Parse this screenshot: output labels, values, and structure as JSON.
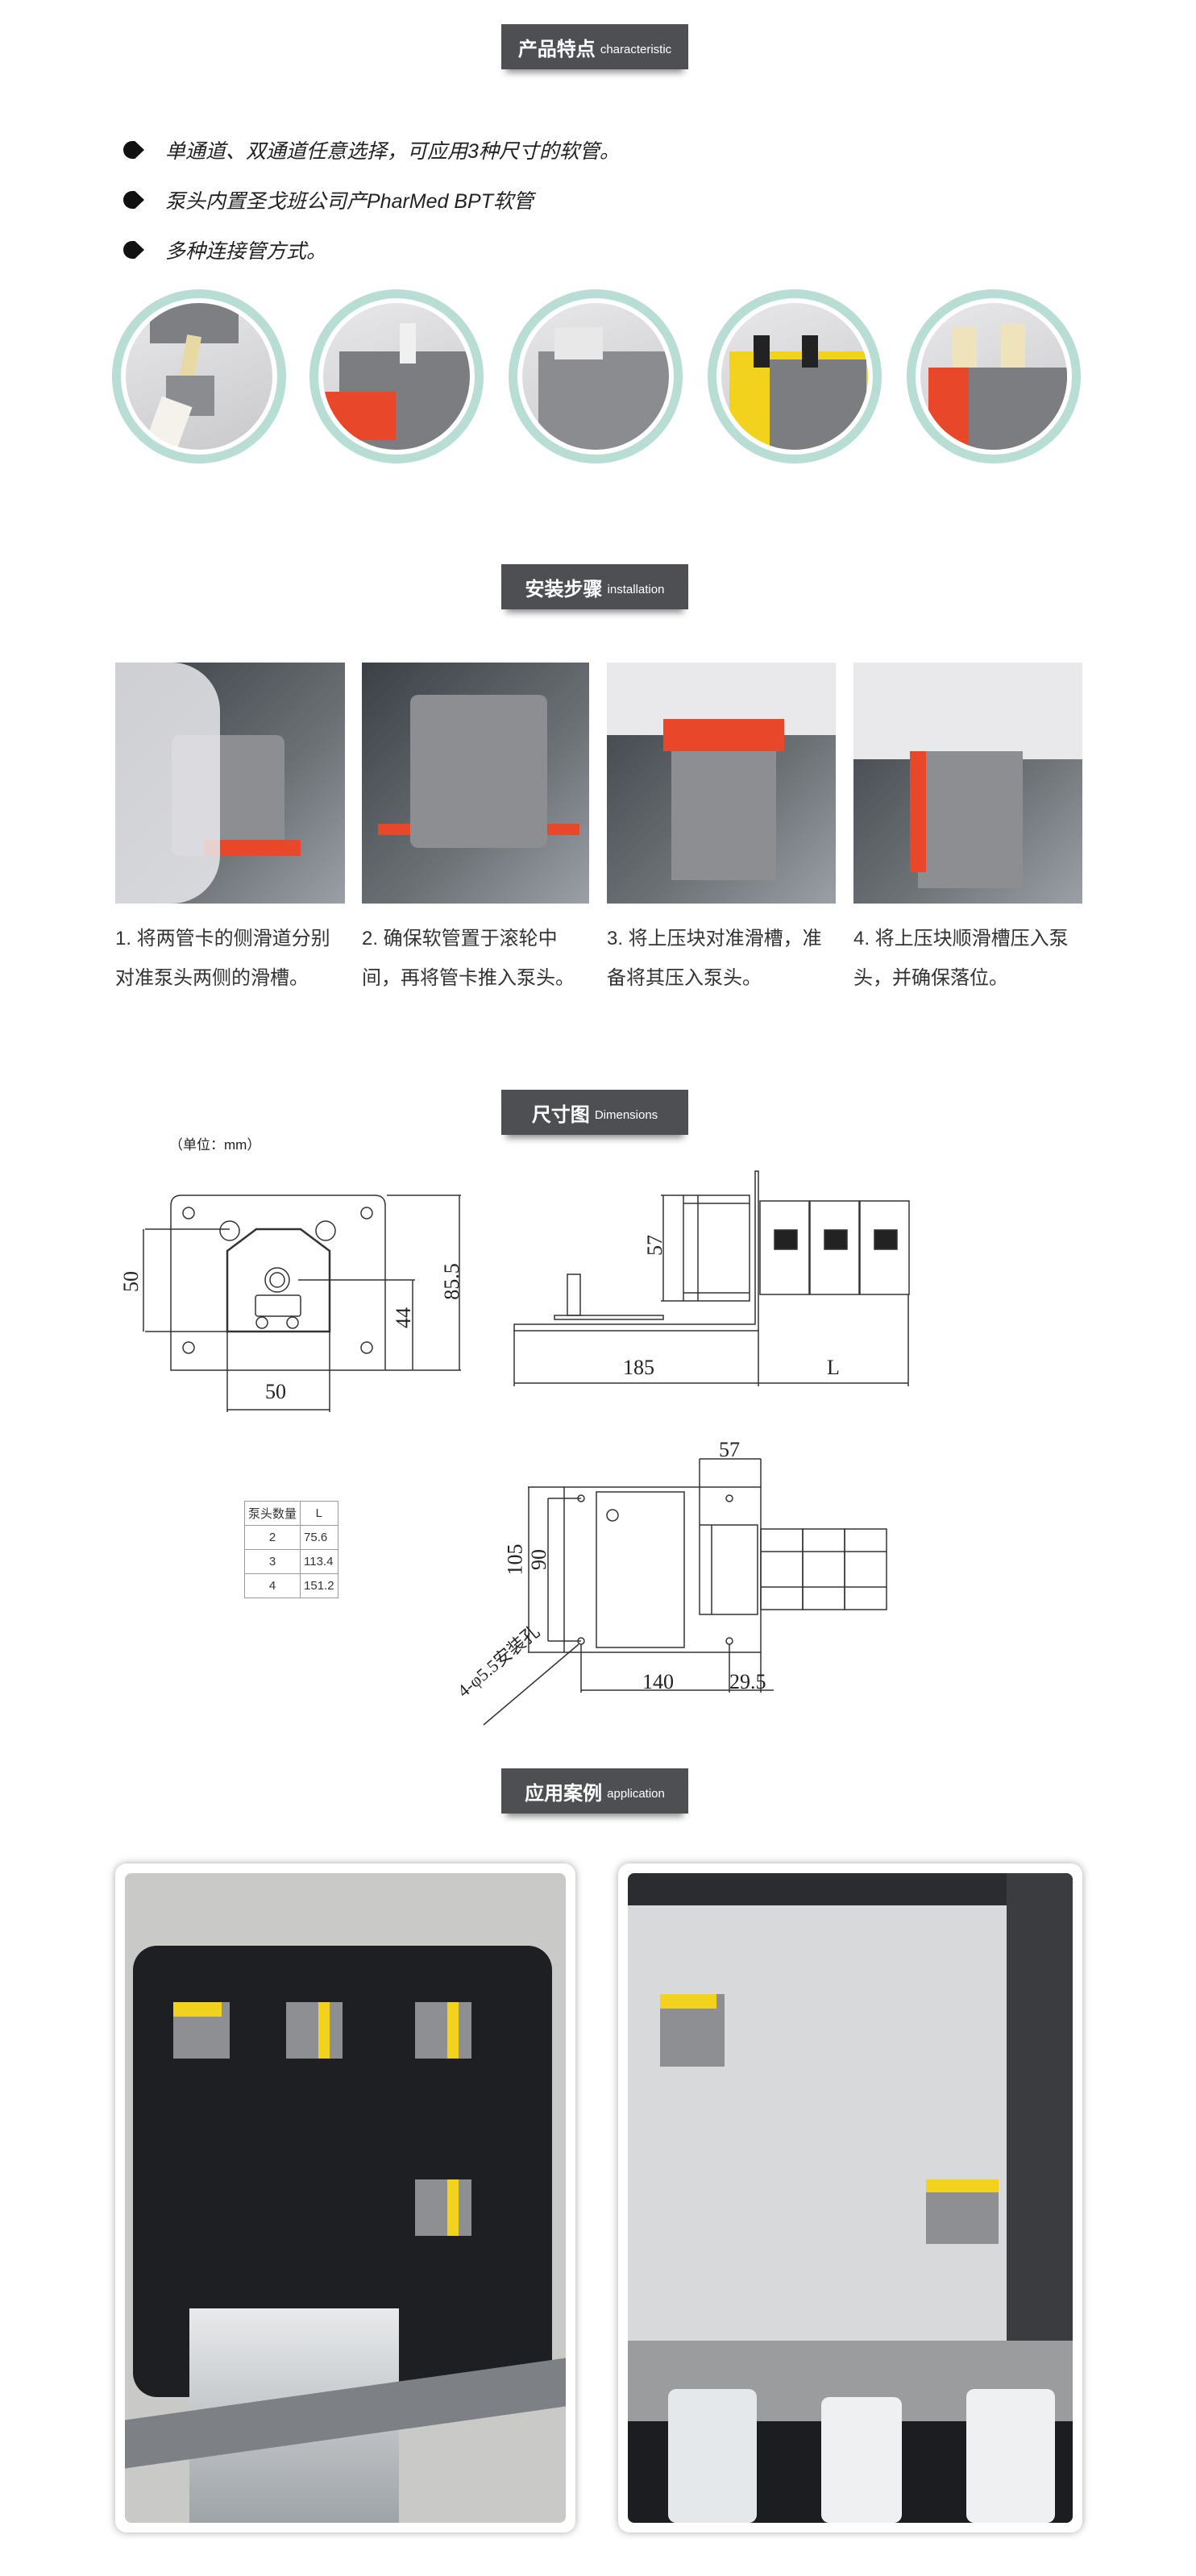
{
  "sections": {
    "features": {
      "cn": "产品特点",
      "en": "characteristic"
    },
    "installation": {
      "cn": "安装步骤",
      "en": "installation"
    },
    "dimensions": {
      "cn": "尺寸图",
      "en": "Dimensions"
    },
    "application": {
      "cn": "应用案例",
      "en": "application"
    }
  },
  "features": [
    "单通道、双通道任意选择，可应用3种尺寸的软管。",
    "泵头内置圣戈班公司产PharMed BPT软管",
    "多种连接管方式。"
  ],
  "steps": [
    "1. 将两管卡的侧滑道分别对准泵头两侧的滑槽。",
    "2. 确保软管置于滚轮中间，再将管卡推入泵头。",
    "3. 将上压块对准滑槽，准备将其压入泵头。",
    "4. 将上压块顺滑槽压入泵头，并确保落位。"
  ],
  "dimensions": {
    "unit": "（单位：mm）",
    "front": {
      "width": "50",
      "height_left": "50",
      "height": "85.5",
      "center": "44"
    },
    "side": {
      "motor": "57",
      "base": "185",
      "pumps": "L"
    },
    "top": {
      "motor": "57",
      "depth": "105",
      "hole_pitch": "90",
      "length": "140",
      "offset": "29.5",
      "holes": "4-φ5.5安装孔"
    },
    "table": {
      "headers": [
        "泵头数量",
        "L"
      ],
      "rows": [
        [
          "2",
          "75.6"
        ],
        [
          "3",
          "113.4"
        ],
        [
          "4",
          "151.2"
        ]
      ]
    }
  },
  "colors": {
    "badge": "#4d4f53",
    "circle_border": "#b7ddd5",
    "accent_red": "#e8472a",
    "accent_yellow": "#f2d21c"
  }
}
